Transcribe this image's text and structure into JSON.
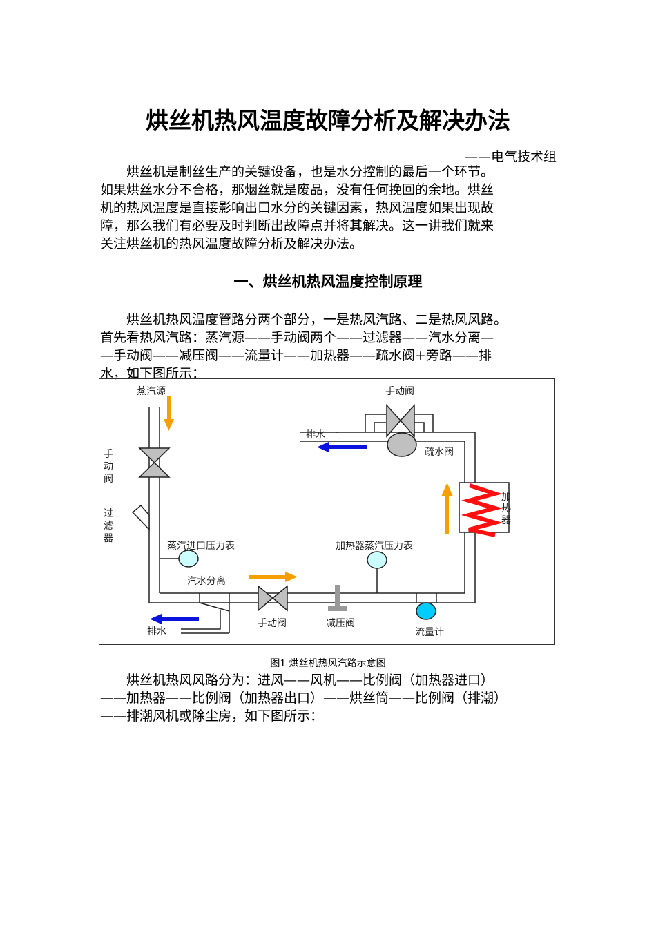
{
  "document": {
    "title": "烘丝机热风温度故障分析及解决办法",
    "byline": "——电气技术组",
    "intro_lines": [
      "　　烘丝机是制丝生产的关键设备，也是水分控制的最后一个环节。",
      "如果烘丝水分不合格，那烟丝就是废品，没有任何挽回的余地。烘丝",
      "机的热风温度是直接影响出口水分的关键因素，热风温度如果出现故",
      "障，那么我们有必要及时判断出故障点并将其解决。这一讲我们就来",
      "关注烘丝机的热风温度故障分析及解决办法。"
    ],
    "section1_heading": "一、烘丝机热风温度控制原理",
    "steam_path_lines": [
      "　　烘丝机热风温度管路分两个部分，一是热风汽路、二是热风风路。",
      "首先看热风汽路：蒸汽源——手动阀两个——过滤器——汽水分离—",
      "—手动阀——减压阀——流量计——加热器——疏水阀+旁路——排",
      "水，如下图所示："
    ],
    "air_path_lines": [
      "　　烘丝机热风风路分为：进风——风机——比例阀（加热器进口）",
      "——加热器——比例阀（加热器出口）——烘丝筒——比例阀（排潮）",
      "——排潮风机或除尘房，如下图所示："
    ]
  },
  "figure1": {
    "caption": "图1  烘丝机热风汽路示意图",
    "labels": {
      "steam_source": "蒸汽源",
      "manual_valve_vertical": [
        "手",
        "动",
        "阀"
      ],
      "filter_vertical": [
        "过",
        "滤",
        "器"
      ],
      "inlet_pressure_gauge": "蒸汽进口压力表",
      "steam_water_separator": "汽水分离",
      "drain_bottom": "排水",
      "manual_valve_bottom": "手动阀",
      "pressure_reducing_valve": "减压阀",
      "flow_meter": "流量计",
      "heater_pressure_gauge": "加热器蒸汽压力表",
      "heater_vertical": [
        "加",
        "热",
        "器"
      ],
      "manual_valve_top": "手动阀",
      "drain_top": "排水",
      "steam_trap": "疏水阀"
    },
    "colors": {
      "steam_arrow": "#f5a000",
      "drain_arrow": "#0a12e0",
      "heater_coil": "#ff1010",
      "valve_fill": "#c0c0c0",
      "gauge_fill": "#ccffff",
      "flow_meter_fill": "#00ccff",
      "reducing_valve_fill": "#999999"
    }
  }
}
